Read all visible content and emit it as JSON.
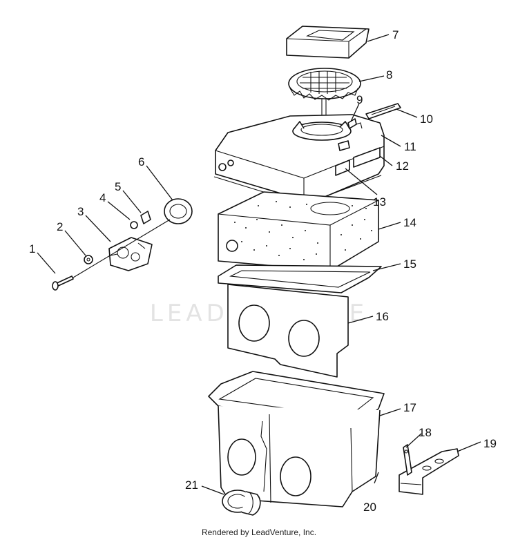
{
  "diagram": {
    "callouts": [
      "1",
      "2",
      "3",
      "4",
      "5",
      "6",
      "7",
      "8",
      "9",
      "10",
      "11",
      "12",
      "13",
      "14",
      "15",
      "16",
      "17",
      "18",
      "19",
      "20",
      "21"
    ],
    "watermark": "LEADVENTURE",
    "footer": "Rendered by LeadVenture, Inc."
  }
}
